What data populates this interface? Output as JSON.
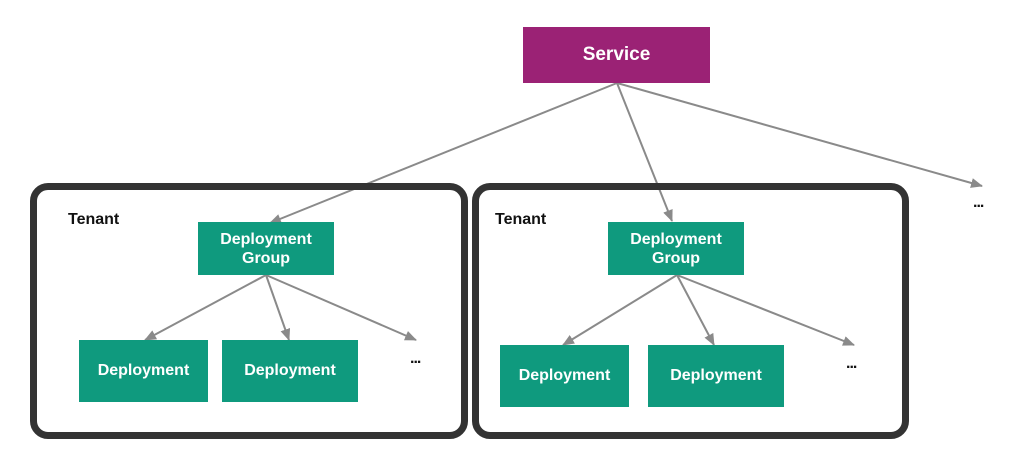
{
  "service": {
    "label": "Service"
  },
  "tenants": [
    {
      "label": "Tenant",
      "deployment_group": {
        "line1": "Deployment",
        "line2": "Group"
      },
      "deployments": [
        "Deployment",
        "Deployment"
      ],
      "more": "..."
    },
    {
      "label": "Tenant",
      "deployment_group": {
        "line1": "Deployment",
        "line2": "Group"
      },
      "deployments": [
        "Deployment",
        "Deployment"
      ],
      "more": "..."
    }
  ],
  "service_more": "...",
  "colors": {
    "service": "#9b2275",
    "deployment": "#0f9a7e",
    "tenant_border": "#333333",
    "arrow": "#8a8a8a"
  }
}
